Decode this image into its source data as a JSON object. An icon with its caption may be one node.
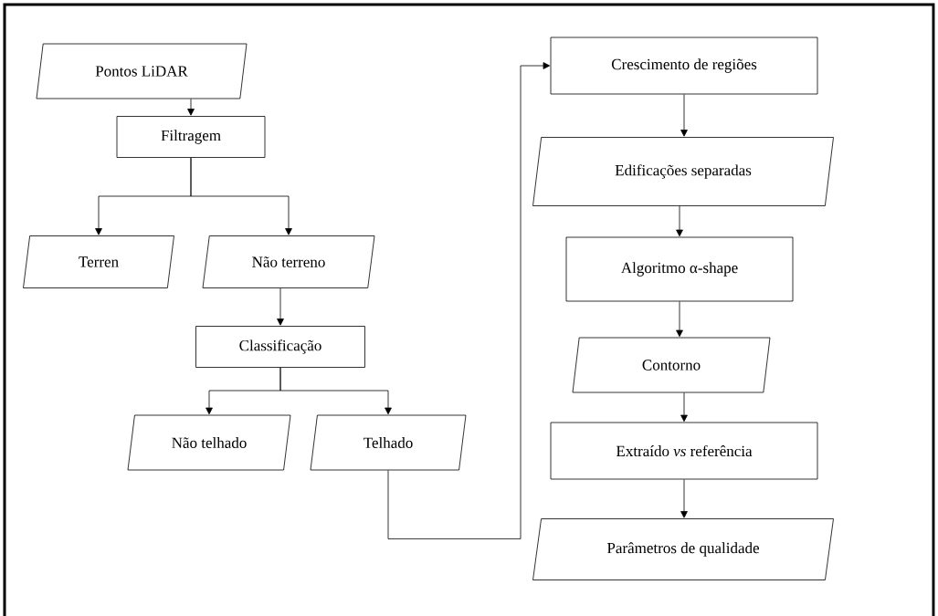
{
  "diagram": {
    "nodes": [
      {
        "text": [
          "Pontos LiDAR"
        ]
      },
      {
        "text": [
          "Filtragem"
        ]
      },
      {
        "text": [
          "Terren"
        ]
      },
      {
        "text": [
          "Não terreno"
        ]
      },
      {
        "text": [
          "Classificação"
        ]
      },
      {
        "text": [
          "Não telhado"
        ]
      },
      {
        "text": [
          "Telhado"
        ]
      },
      {
        "text": [
          "Crescimento de regiões"
        ]
      },
      {
        "text": [
          "Edificações separadas"
        ]
      },
      {
        "text": [
          "Algoritmo α-shape"
        ]
      },
      {
        "text": [
          "Contorno"
        ]
      },
      {
        "text": [
          "Extraído *vs* referência"
        ]
      },
      {
        "text": [
          "Parâmetros de qualidade"
        ]
      }
    ],
    "edges": [
      {
        "from": 0,
        "to": 1,
        "arrow": "to"
      },
      {
        "from": 1,
        "to": 2,
        "arrow": "to"
      },
      {
        "from": 1,
        "to": 3,
        "arrow": "to"
      },
      {
        "from": 3,
        "to": 4,
        "arrow": "to"
      },
      {
        "from": 4,
        "to": 5,
        "arrow": "to"
      },
      {
        "from": 4,
        "to": 6,
        "arrow": "to"
      },
      {
        "from": 6,
        "to": 7,
        "arrow": "to"
      },
      {
        "from": 7,
        "to": 8,
        "arrow": "to"
      },
      {
        "from": 8,
        "to": 9,
        "arrow": "to"
      },
      {
        "from": 9,
        "to": 10,
        "arrow": "to"
      },
      {
        "from": 10,
        "to": 11,
        "arrow": "to"
      },
      {
        "from": 11,
        "to": 12,
        "arrow": "to"
      }
    ]
  }
}
